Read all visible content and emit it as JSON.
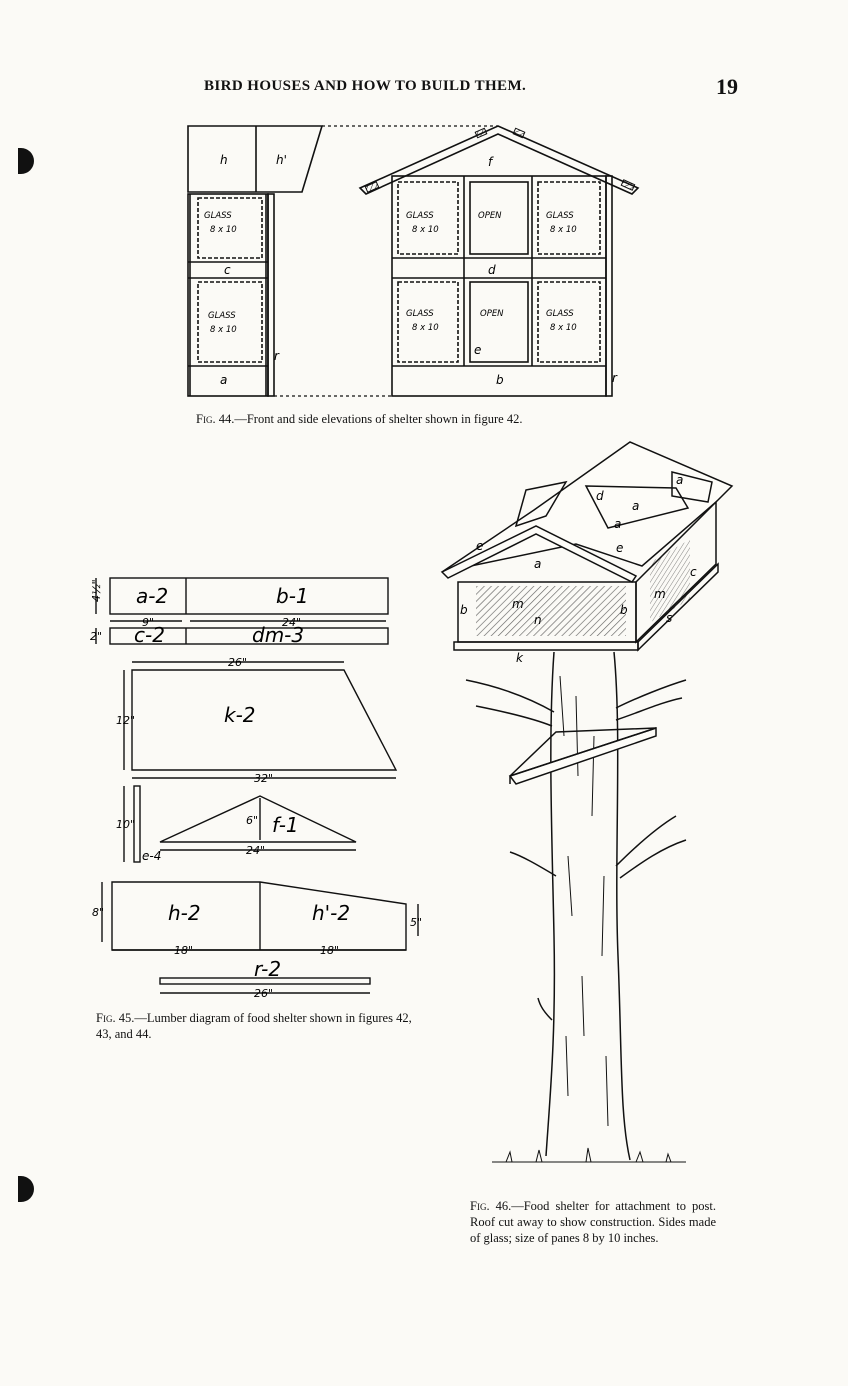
{
  "header": {
    "running_title": "BIRD HOUSES AND HOW TO BUILD THEM.",
    "page_number": "19"
  },
  "fig44": {
    "caption_label": "Fig. 44.",
    "caption_text": "—Front and side elevations of shelter shown in figure 42.",
    "side": {
      "h": "h",
      "h_prime": "h'",
      "c": "c",
      "a": "a",
      "r": "r",
      "pane_top": [
        "GLASS",
        "8 x 10"
      ],
      "pane_bottom": [
        "GLASS",
        "8 x 10"
      ]
    },
    "front": {
      "f": "f",
      "d": "d",
      "e": "e",
      "b": "b",
      "r": "r",
      "top_panes": [
        [
          "GLASS",
          "8 x 10"
        ],
        [
          "OPEN",
          ""
        ],
        [
          "GLASS",
          "8 x 10"
        ]
      ],
      "bottom_panes": [
        [
          "GLASS",
          "8 x 10"
        ],
        [
          "OPEN",
          ""
        ],
        [
          "GLASS",
          "8 x 10"
        ]
      ]
    }
  },
  "fig45": {
    "caption_label": "Fig. 45.",
    "caption_text": "—Lumber diagram of food shelter shown in figures 42, 43, and 44.",
    "parts": {
      "a2": "a-2",
      "b1": "b-1",
      "c2": "c-2",
      "dm3": "dm-3",
      "k2": "k-2",
      "f1": "f-1",
      "e4": "e-4",
      "h2": "h-2",
      "hprime2": "h'-2",
      "r2": "r-2"
    },
    "dimensions": {
      "d_4half": "4½\"",
      "d_2": "2\"",
      "d_9": "9\"",
      "d_24a": "24\"",
      "d_26a": "26\"",
      "d_12": "12\"",
      "d_32": "32\"",
      "d_10": "10\"",
      "d_6": "6\"",
      "d_24b": "24\"",
      "d_8": "8\"",
      "d_5": "5\"",
      "d_18a": "18\"",
      "d_18b": "18\"",
      "d_26b": "26\""
    }
  },
  "fig46": {
    "caption_label": "Fig. 46.",
    "caption_text": "—Food shelter for attachment to post. Roof cut away to show construction. Sides made of glass; size of panes 8 by 10 inches.",
    "labels": {
      "a1": "a",
      "a2": "a",
      "a3": "a",
      "a4": "a",
      "b1": "b",
      "b2": "b",
      "c": "c",
      "d": "d",
      "e1": "e",
      "e2": "e",
      "k": "k",
      "m1": "m",
      "m2": "m",
      "n": "n",
      "s": "s"
    }
  },
  "colors": {
    "ink": "#111111",
    "paper": "#fbfaf6",
    "hatch": "#444444"
  }
}
